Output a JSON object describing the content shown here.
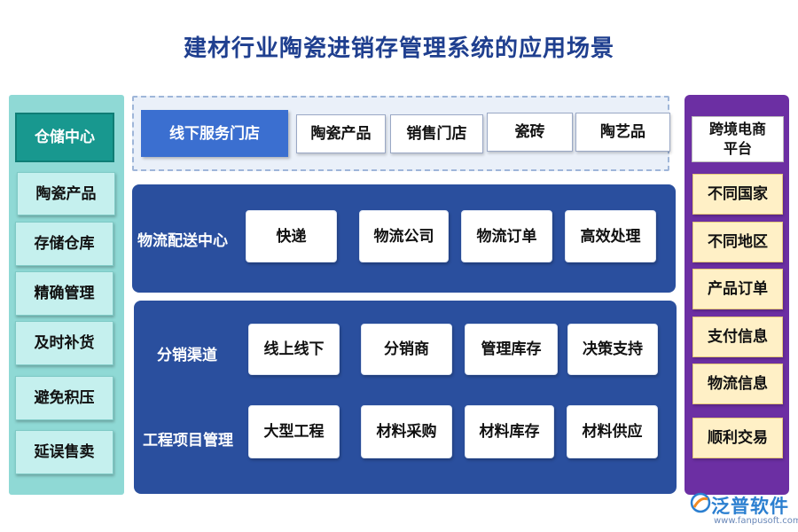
{
  "title": "建材行业陶瓷进销存管理系统的应用场景",
  "left": {
    "header": "仓储中心",
    "items": [
      "陶瓷产品",
      "存储仓库",
      "精确管理",
      "及时补货",
      "避免积压",
      "延误售卖"
    ]
  },
  "top": {
    "header": "线下服务门店",
    "items": [
      "陶瓷产品",
      "销售门店",
      "瓷砖",
      "陶艺品"
    ]
  },
  "logistics": {
    "label": "物流配送中心",
    "items": [
      "快递",
      "物流公司",
      "物流订单",
      "高效处理"
    ]
  },
  "distribution": {
    "label": "分销渠道",
    "items": [
      "线上线下",
      "分销商",
      "管理库存",
      "决策支持"
    ]
  },
  "engineering": {
    "label": "工程项目管理",
    "items": [
      "大型工程",
      "材料采购",
      "材料库存",
      "材料供应"
    ]
  },
  "right": {
    "header": "跨境电商平台",
    "items": [
      "不同国家",
      "不同地区",
      "产品订单",
      "支付信息",
      "物流信息",
      "顺利交易"
    ]
  },
  "brand": {
    "name": "泛普软件",
    "url": "www.fanpusoft.com"
  }
}
